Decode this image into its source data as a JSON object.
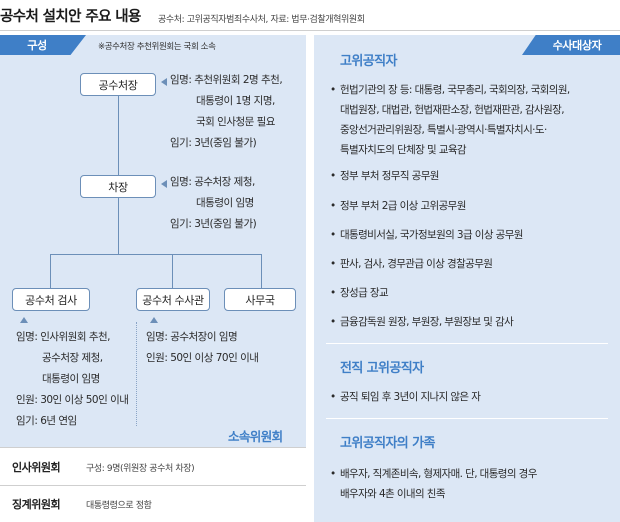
{
  "header": {
    "title": "공수처 설치안 주요 내용",
    "source": "공수처: 고위공직자범죄수사처, 자료: 법무·검찰개혁위원회"
  },
  "left": {
    "tag": "구성",
    "note": "※공수처장 추천위원회는 국회 소속",
    "nodes": {
      "chief": "공수처장",
      "deputy": "차장",
      "prosecutor": "공수처 검사",
      "investigator": "공수처 수사관",
      "office": "사무국"
    },
    "chief_info": {
      "appoint_label": "임명:",
      "appoint_lines": [
        "추천위원회 2명 추천,",
        "대통령이 1명 지명,",
        "국회 인사청문 필요"
      ],
      "term": "임기: 3년(중임 불가)"
    },
    "deputy_info": {
      "appoint_label": "임명:",
      "appoint_lines": [
        "공수처장 제청,",
        "대통령이 임명"
      ],
      "term": "임기: 3년(중임 불가)"
    },
    "prosecutor_info": {
      "appoint_label": "임명:",
      "appoint_lines": [
        "인사위원회 추천,",
        "공수처장 제청,",
        "대통령이 임명"
      ],
      "staff": "인원: 30인 이상 50인 이내",
      "term": "임기: 6년 연임"
    },
    "investigator_info": {
      "appoint": "임명: 공수처장이 임명",
      "staff": "인원: 50인 이상 70인 이내"
    },
    "committees_title": "소속위원회",
    "committees": [
      {
        "label": "인사위원회",
        "desc": "구성: 9명(위원장 공수처 차장)"
      },
      {
        "label": "징계위원회",
        "desc": "대통령령으로 정함"
      }
    ]
  },
  "right": {
    "tag": "수사대상자",
    "sections": [
      {
        "heading": "고위공직자",
        "items": [
          "헌법기관의 장 등: 대통령, 국무총리, 국회의장, 국회의원,\n대법원장, 대법관, 헌법재판소장, 헌법재판관, 감사원장,\n중앙선거관리위원장, 특별시·광역시·특별자치시·도·\n특별자치도의 단체장 및 교육감",
          "정부 부처 정무직 공무원",
          "정부 부처 2급 이상 고위공무원",
          "대통령비서실, 국가정보원의 3급 이상 공무원",
          "판사, 검사, 경무관급 이상 경찰공무원",
          "장성급 장교",
          "금융감독원 원장, 부원장, 부원장보 및 감사"
        ]
      },
      {
        "heading": "전직 고위공직자",
        "items": [
          "공직 퇴임 후 3년이 지나지 않은 자"
        ]
      },
      {
        "heading": "고위공직자의 가족",
        "items": [
          "배우자, 직계존비속, 형제자매. 단, 대통령의 경우\n배우자와 4촌 이내의 친족"
        ]
      }
    ]
  },
  "colors": {
    "accent": "#3f7fc7",
    "panel": "#dce7f5",
    "connector": "#6c8fb8"
  }
}
